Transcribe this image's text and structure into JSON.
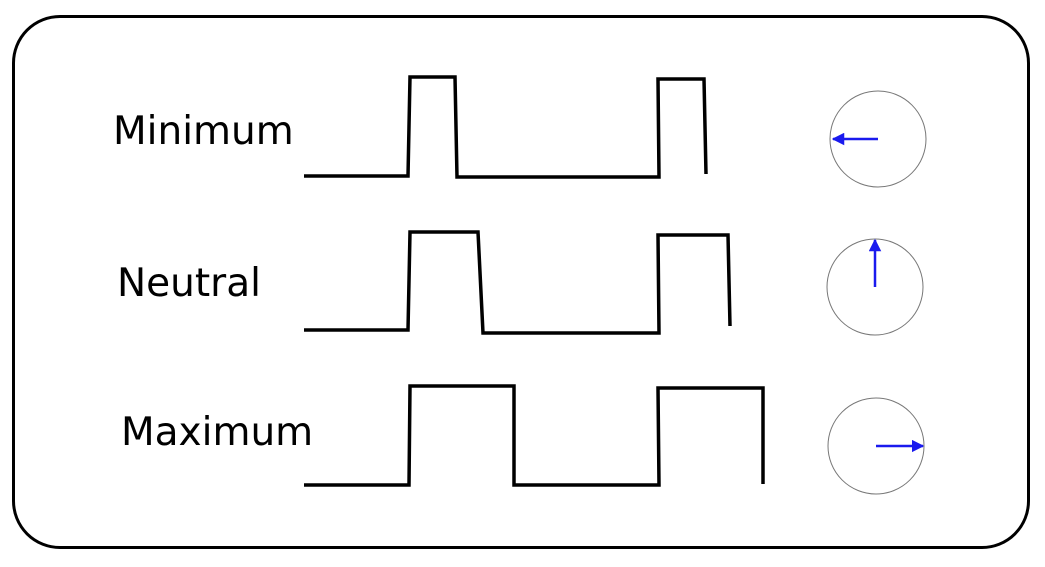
{
  "rows": [
    {
      "label": "Minimum",
      "pulse": "short",
      "direction": "left"
    },
    {
      "label": "Neutral",
      "pulse": "medium",
      "direction": "up"
    },
    {
      "label": "Maximum",
      "pulse": "long",
      "direction": "right"
    }
  ],
  "colors": {
    "line": "#000000",
    "arrow": "#1a1aee",
    "dial": "#777777"
  }
}
